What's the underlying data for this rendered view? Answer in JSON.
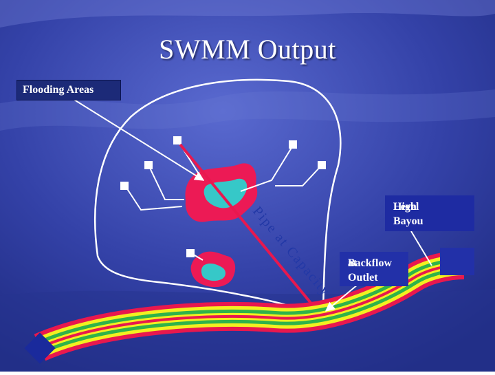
{
  "slide": {
    "title": "SWMM Output",
    "labels": {
      "flooding_areas": "Flooding Areas",
      "high_bayou_line1": "High Bayou",
      "high_bayou_line2": "Level",
      "backflow_line1": "Backflow",
      "backflow_line2": "at Outlet"
    },
    "pipe_label": "Pipe at Capacity"
  },
  "colors": {
    "background": "#2f3ca0",
    "flood_outer": "#ec1a55",
    "flood_inner": "#36c8c8",
    "pipe": "#e8184e",
    "boundary": "#ffffff",
    "label_box": "#1e2ba2",
    "channel_stripes": [
      "#e8184e",
      "#f3f020",
      "#2fb34a",
      "#f3f020",
      "#e8184e"
    ]
  }
}
